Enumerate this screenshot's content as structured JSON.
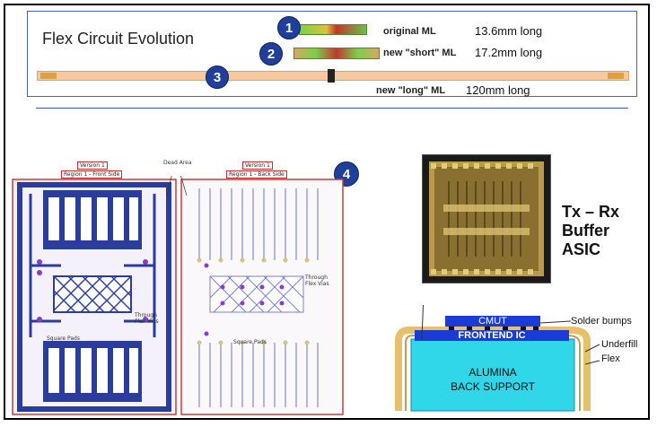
{
  "top": {
    "title": "Flex Circuit Evolution",
    "badges": [
      "1",
      "2",
      "3"
    ],
    "rows": [
      {
        "label": "original ML",
        "length": "13.6mm long"
      },
      {
        "label": "new \"short\" ML",
        "length": "17.2mm long"
      },
      {
        "label": "new \"long\" ML",
        "length": "120mm long"
      }
    ]
  },
  "bottom": {
    "badge": "4",
    "dead_area": "Dead Area",
    "front": {
      "version": "Version 1",
      "region": "Region 1 - Front Side",
      "through_vias": "Through Flex Vias",
      "square_pads": "Square Pads"
    },
    "back": {
      "version": "Version 1",
      "region": "Region 1 - Back Side",
      "through_vias": "Through Flex Vias",
      "square_pads": "Square Pads"
    },
    "asic_label": [
      "Tx – Rx",
      "Buffer",
      "ASIC"
    ],
    "stack": {
      "cmut": "CMUT",
      "frontend": "FRONTEND IC",
      "alumina_line1": "ALUMINA",
      "alumina_line2": "BACK SUPPORT",
      "solder": "Solder bumps",
      "underfill": "Underfill",
      "flex": "Flex"
    }
  },
  "colors": {
    "badge": "#1f3f9a",
    "flex_strip": "#f6c9a0",
    "front_board": "#2b3d9c",
    "alumina": "#2fd7e8",
    "frontend": "#1a3bd6",
    "flex_border": "#e6c06a"
  }
}
